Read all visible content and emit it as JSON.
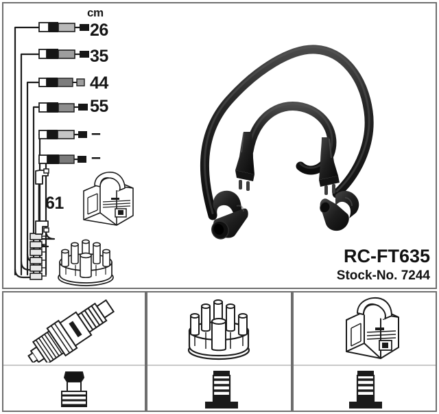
{
  "product": {
    "code": "RC-FT635",
    "stock_label": "Stock-No. 7244"
  },
  "units_header": "cm",
  "cable_lengths": [
    {
      "index": 1,
      "label": "26"
    },
    {
      "index": 2,
      "label": "35"
    },
    {
      "index": 3,
      "label": "44"
    },
    {
      "index": 4,
      "label": "55"
    },
    {
      "index": 5,
      "label": "–"
    },
    {
      "index": 6,
      "label": "–"
    }
  ],
  "coil_lead": {
    "label": "61"
  },
  "components": {
    "coil": "ignition-coil",
    "distributor_cap": "distributor-cap",
    "spark_plug": "spark-plug"
  },
  "panels": [
    {
      "id": "panel-a",
      "top_item": "spark-plug",
      "bottom_item": "spark-plug-boot"
    },
    {
      "id": "panel-b",
      "top_item": "distributor-cap",
      "bottom_item": "distributor-terminal-boot"
    },
    {
      "id": "panel-c",
      "top_item": "ignition-coil",
      "bottom_item": "coil-terminal-boot"
    }
  ],
  "colors": {
    "frame": "#6e6e6e",
    "line": "#1a1a1a",
    "cable": "#161616",
    "text": "#111111",
    "fill_light": "#f2f2f2",
    "fill_mid": "#9a9a9a"
  }
}
